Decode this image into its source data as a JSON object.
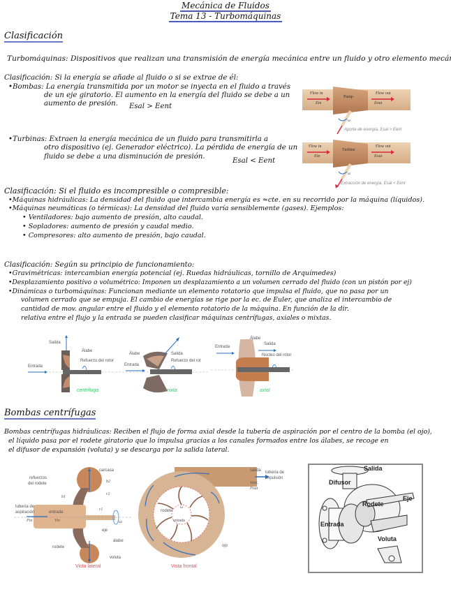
{
  "header": {
    "title": "Mecánica de Fluidos",
    "subtitle": "Tema 13 - Turbomáquinas"
  },
  "section1": {
    "heading": "Clasificación",
    "definition": "Turbomáquinas: Dispositivos que realizan una transmisión de energía mecánica entre un fluido y otro elemento mecánico.",
    "by_energy": {
      "intro": "Clasificación: Si la energía se añade al fluido o si se extrae de él:",
      "bombas": {
        "line1": "•Bombas: La energía transmitida por un motor se inyecta en el fluido a través",
        "line2": "de un eje giratorio. El aumento en la energía del fluido se debe a un",
        "line3": "aumento de presión.",
        "relation": "Esal > Eent"
      },
      "turbinas": {
        "line1": "•Turbinas: Extraen la energía mecánica de un fluido para transmitirla a",
        "line2": "otro dispositivo (ej. Generador eléctrico). La pérdida de energía de un",
        "line3": "fluido se debe a una disminución de presión.",
        "relation": "Esal < Eent"
      }
    },
    "pump_figure": {
      "flow_in": "Flow in",
      "e_in": "Ein",
      "body": "Pump",
      "flow_out": "Flow out",
      "e_out": "Eout",
      "omega": "ω",
      "caption": "Aporte de energía, Esal > Eent"
    },
    "turbine_figure": {
      "flow_in": "Flow in",
      "e_in": "Ein",
      "body": "Turbine",
      "flow_out": "Flow out",
      "e_out": "Eout",
      "omega": "ω",
      "caption": "Extracción de energía, Esal < Eent"
    },
    "by_compressibility": {
      "intro": "Clasificación: Si el fluido es incompresible o compresible:",
      "items": [
        "•Máquinas hidráulicas: La densidad del fluido que intercambia energía es ≈cte. en su recorrido por la máquina (líquidos).",
        "•Máquinas neumáticas (o térmicas): La densidad del fluido varía sensiblemente (gases). Ejemplos:"
      ],
      "examples": [
        "• Ventiladores: bajo aumento de presión, alto caudal.",
        "• Sopladores: aumento de presión y caudal medio.",
        "• Compresores: alto aumento de presión, bajo caudal."
      ]
    },
    "by_principle": {
      "intro": "Clasificación: Según su principio de funcionamiento:",
      "gravimetricas": "•Gravimétricas: intercambian energía potencial (ej. Ruedas hidráulicas, tornillo de Arquímedes)",
      "desplazamiento": "•Desplazamiento positivo o volumétrico: Imponen un desplazamiento a un volumen cerrado del fluido (con un pistón por ej)",
      "dinamicas": [
        "•Dinámicas o turbomáquinas: Funcionan mediante un elemento rotatorio que impulsa el fluido, que no pasa por un",
        "volumen cerrado que se empuja. El cambio de energías se rige por la ec. de Euler, que analiza el intercambio de",
        "cantidad de mov. angular entre el fluido y el elemento rotatorio de la máquina. En función de la dir.",
        "relativa entre el flujo y la entrada se pueden clasificar máquinas centrífugas, axiales o mixtas."
      ]
    },
    "rotor_figures": [
      {
        "type": "centrífuga",
        "labels": {
          "salida": "Salida",
          "alabe": "Álabe",
          "refuerzo": "Refuerzo del rotor",
          "entrada": "Entrada",
          "omega": "ω"
        }
      },
      {
        "type": "mixta",
        "labels": {
          "salida": "Salida",
          "alabe": "Álabe",
          "refuerzo": "Refuerzo del rot",
          "entrada": "Entrada",
          "omega": "ω"
        }
      },
      {
        "type": "axial",
        "labels": {
          "salida": "Salida",
          "alabe": "Álabe",
          "nucleo": "Núcleo del rotor",
          "entrada": "Entrada",
          "omega": "ω"
        }
      }
    ]
  },
  "section2": {
    "heading": "Bombas centrífugas",
    "paragraph": [
      "Bombas centrífugas hidráulicas: Reciben el flujo de forma axial desde la tubería de aspiración por el centro de la bomba (el ojo),",
      "el líquido pasa por el rodete giratorio que lo impulsa gracias a los canales formados entre los álabes, se recoge en",
      "el difusor de expansión (voluta) y se descarga por la salida lateral."
    ],
    "lateral_view": {
      "caption": "Vista lateral",
      "labels": {
        "refuerzos": "refuerzos",
        "del_rodete": "del rodete",
        "b1": "b1",
        "b2": "b2",
        "r1": "r1",
        "r2": "r2",
        "tuberia": "tubería de",
        "aspiracion": "aspiración",
        "entrada": "entrada",
        "pin": "Pin",
        "vin": "Vin",
        "eje": "eje",
        "rodete": "rodete",
        "carcasa": "carcasa",
        "alabe": "álabe",
        "voluta": "voluta",
        "omega": "ω"
      }
    },
    "frontal_view": {
      "caption": "Vista frontal",
      "labels": {
        "salida": "salida",
        "tuberia": "tubería de",
        "impulsion": "impulsión",
        "vout": "Vout,",
        "pout": "Pout",
        "rodete": "rodete",
        "entrada": "entrada",
        "ojo": "ojo",
        "omega": "ω"
      }
    },
    "cutaway": {
      "labels": {
        "salida": "Salida",
        "difusor": "Difusor",
        "rodete": "Rodete",
        "eje": "Eje",
        "entrada": "Entrada",
        "voluta": "Voluta"
      }
    }
  },
  "colors": {
    "underline": "#4a5bbf",
    "copper": "#c99a72",
    "pipe": "#e2c3a2",
    "arrow_blue": "#2a6fc0",
    "arrow_red": "#d8283a",
    "caption_green": "#3cc76a",
    "caption_red": "#e0505a"
  }
}
